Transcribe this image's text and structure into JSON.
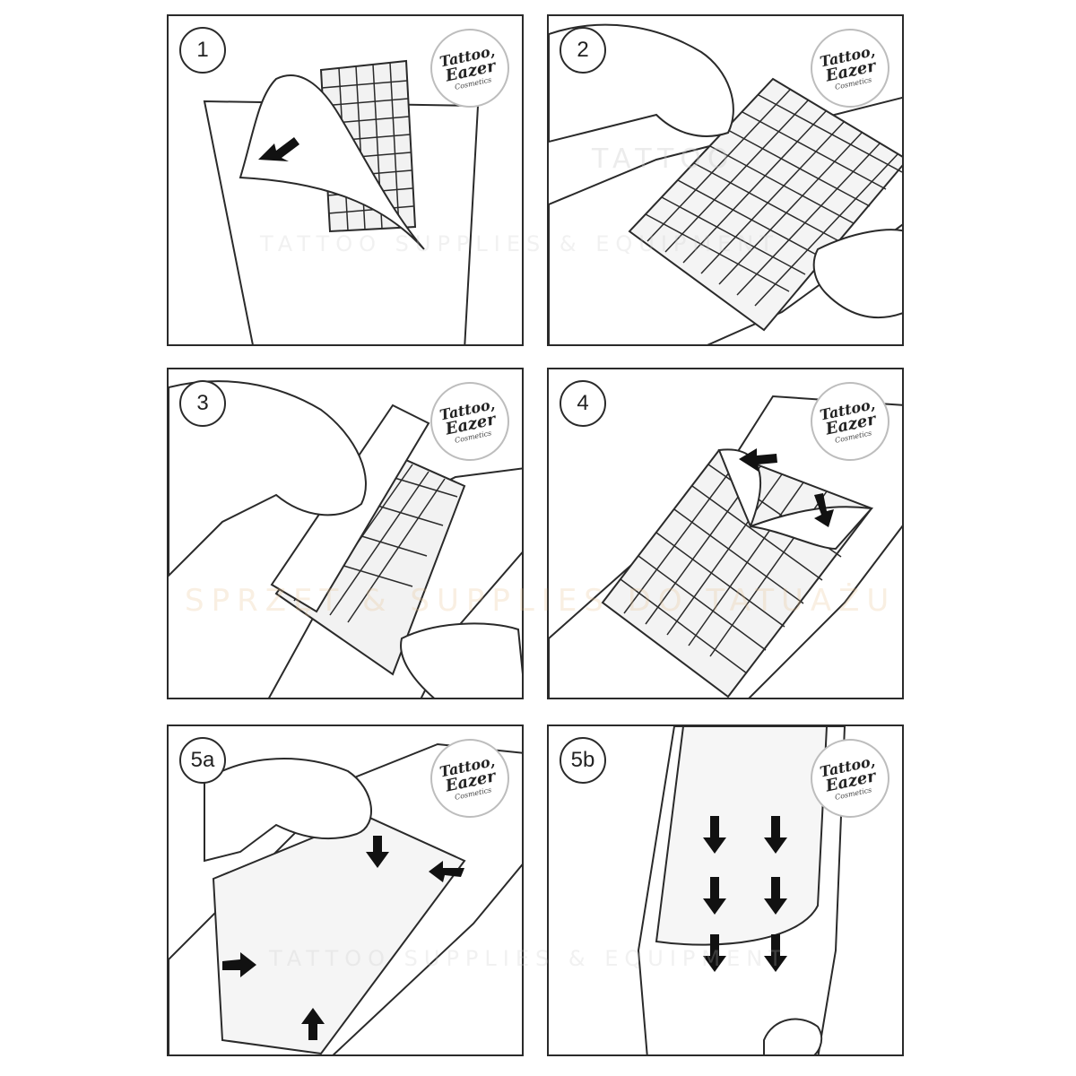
{
  "brand": {
    "line1": "Tattoo,",
    "line2": "Eazer",
    "line3": "Cosmetics"
  },
  "watermark": {
    "word": "TATTOO",
    "tagline_top": "TATTOO SUPPLIES & EQUIPMENT",
    "tagline_middle": "SPRZĘT & SUPPLIES DO TATUAŻU",
    "tagline_bottom": "TATTOO SUPPLIES & EQUIPMENT"
  },
  "steps": [
    {
      "label": "1"
    },
    {
      "label": "2"
    },
    {
      "label": "3"
    },
    {
      "label": "4"
    },
    {
      "label": "5a"
    },
    {
      "label": "5b"
    }
  ],
  "colors": {
    "line": "#2a2a2a",
    "arrow": "#111111",
    "watermark_gray": "#e6e6e6",
    "watermark_orange": "#f6e7d3"
  }
}
